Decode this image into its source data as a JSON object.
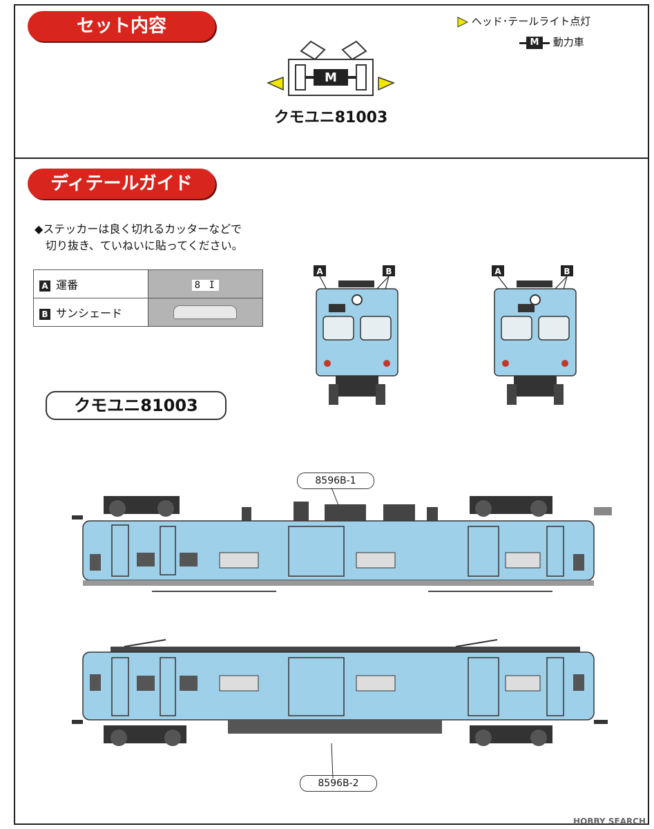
{
  "sections": {
    "set_contents": "セット内容",
    "detail_guide": "ディテールガイド"
  },
  "legend": {
    "headlight": "ヘッド･テールライト点灯",
    "motor_symbol": "M",
    "motor": "動力車"
  },
  "car": {
    "motor_label": "M",
    "name": "クモユニ81003"
  },
  "note": {
    "line1": "◆ステッカーは良く切れるカッターなどで",
    "line2": "切り抜き、ていねいに貼ってください。"
  },
  "stickers": [
    {
      "key": "A",
      "label": "運番",
      "sample": "8 I"
    },
    {
      "key": "B",
      "label": "サンシェード",
      "sample": ""
    }
  ],
  "front_views": {
    "label_a": "A",
    "label_b": "B"
  },
  "model_name": "クモユニ81003",
  "parts": {
    "upper": "8596B-1",
    "lower": "8596B-2"
  },
  "watermark": "HOBBY SEARCH",
  "colors": {
    "accent_red": "#d8261f",
    "car_blue": "#9fd0ea",
    "light_yellow": "#f2e600"
  }
}
